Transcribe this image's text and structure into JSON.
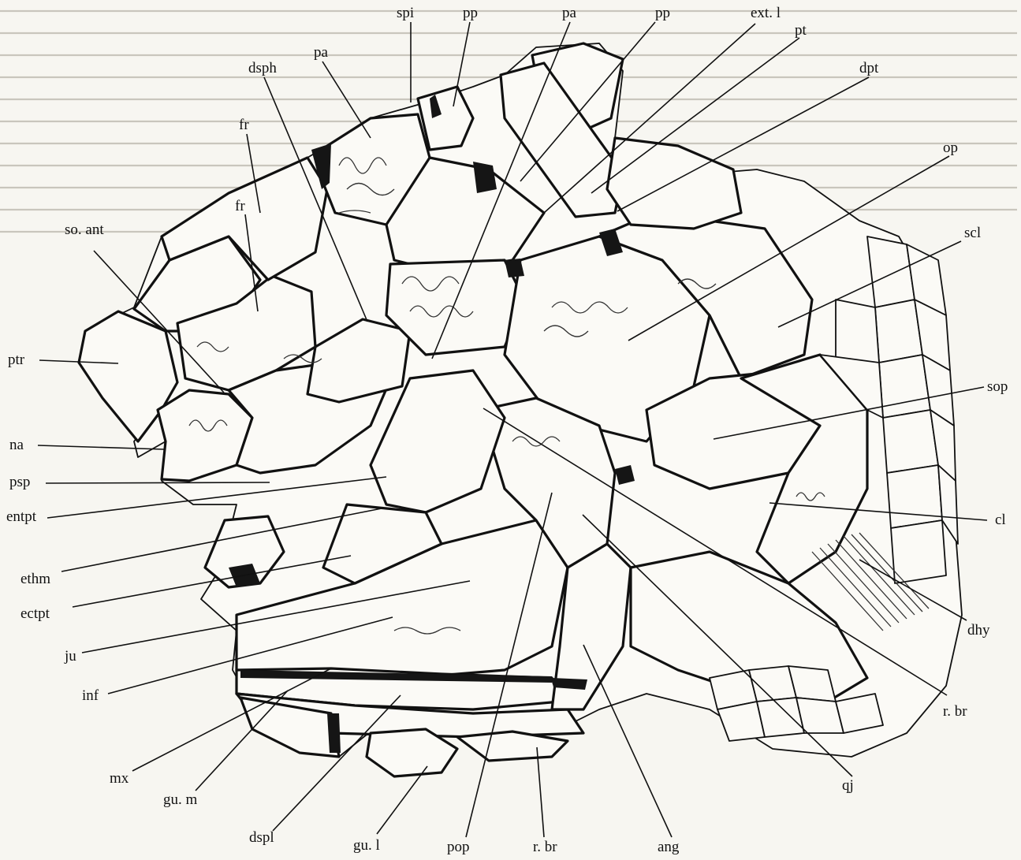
{
  "figure": {
    "labels": {
      "spi": "spi",
      "pp_top1": "pp",
      "pa_top1": "pa",
      "pp_top2": "pp",
      "ext_l": "ext. l",
      "pa_top2": "pa",
      "pt": "pt",
      "dsph": "dsph",
      "dpt": "dpt",
      "fr_1": "fr",
      "op": "op",
      "fr_2": "fr",
      "so_ant": "so. ant",
      "scl": "scl",
      "ptr": "ptr",
      "sop": "sop",
      "na": "na",
      "psp": "psp",
      "entpt": "entpt",
      "cl": "cl",
      "ethm": "ethm",
      "ectpt": "ectpt",
      "dhy": "dhy",
      "ju": "ju",
      "inf": "inf",
      "r_br_right": "r. br",
      "mx": "mx",
      "qj": "qj",
      "gu_m": "gu. m",
      "dspl": "dspl",
      "gu_l": "gu. l",
      "pop": "pop",
      "r_br_bottom": "r. br",
      "ang": "ang"
    }
  }
}
